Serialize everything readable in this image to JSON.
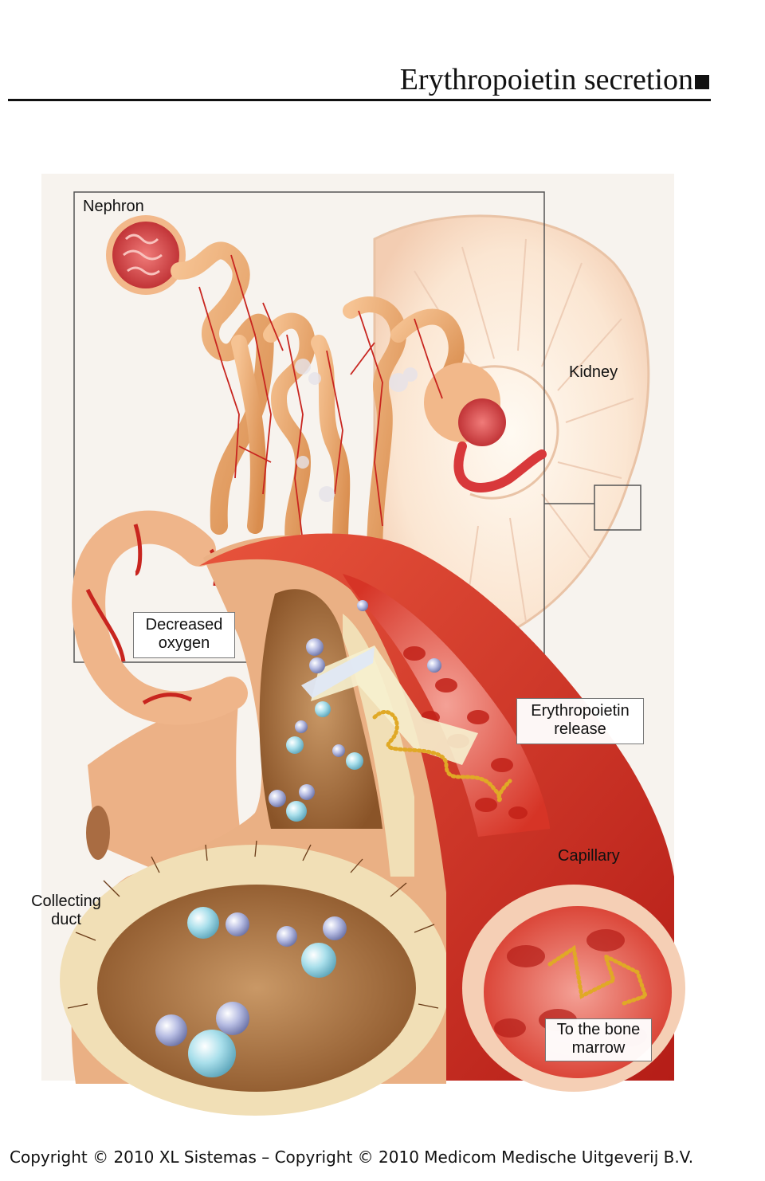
{
  "title": "Erythropoietin secretion",
  "labels": {
    "nephron": "Nephron",
    "kidney": "Kidney",
    "decreased_oxygen_1": "Decreased",
    "decreased_oxygen_2": "oxygen",
    "epo_release_1": "Erythropoietin",
    "epo_release_2": "release",
    "capillary": "Capillary",
    "collecting_duct_1": "Collecting",
    "collecting_duct_2": "duct",
    "bone_marrow_1": "To the bone",
    "bone_marrow_2": "marrow"
  },
  "copyright": "Copyright © 2010 XL Sistemas – Copyright © 2010 Medicom Medische Uitgeverij B.V.",
  "colors": {
    "tubule": "#e9a466",
    "vessel": "#c8251f",
    "blood": "#e2412e",
    "duct_wall": "#f1dfb6",
    "duct_lumen": "#a9713c",
    "molecule": "#a9b2dc",
    "molecule_cyan": "#9fd4e2",
    "epo_chain": "#e8b93a"
  }
}
